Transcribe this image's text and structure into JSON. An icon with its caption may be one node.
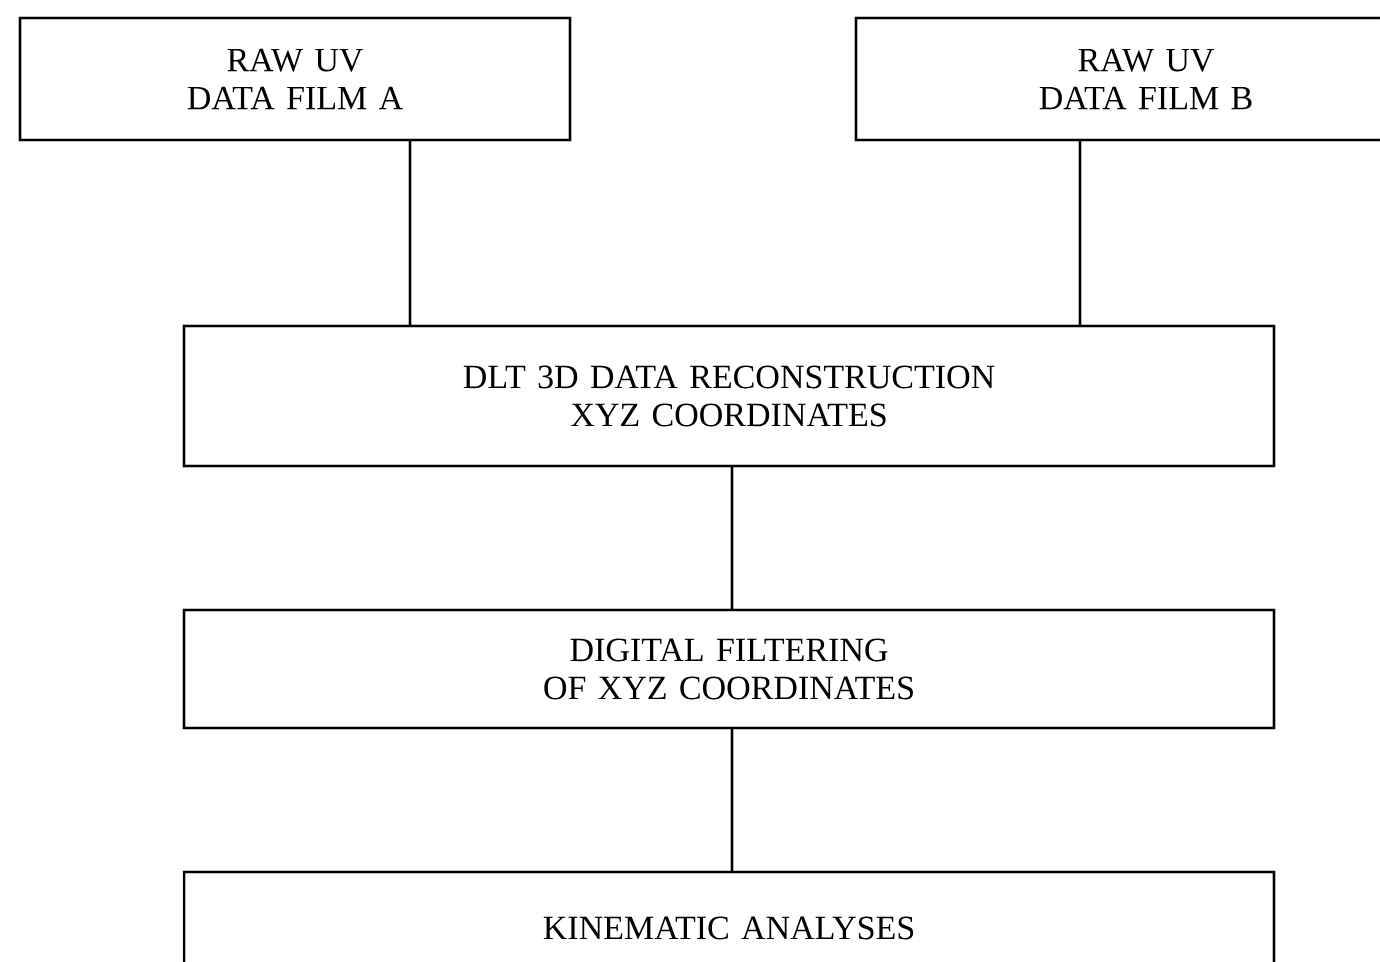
{
  "diagram": {
    "nodes": [
      {
        "text": [
          "RAW UV DATA FILM A"
        ]
      },
      {
        "text": [
          "RAW UV DATA FILM B"
        ]
      },
      {
        "text": [
          "DLT 3D DATA RECONSTRUCTION XYZ COORDINATES"
        ]
      },
      {
        "text": [
          "DIGITAL FILTERING OF XYZ COORDINATES"
        ]
      },
      {
        "text": [
          "KINEMATIC ANALYSES"
        ]
      }
    ],
    "edges": [
      {
        "from": 0,
        "to": 2,
        "arrow": "none"
      },
      {
        "from": 1,
        "to": 2,
        "arrow": "none"
      },
      {
        "from": 2,
        "to": 3,
        "arrow": "none"
      },
      {
        "from": 3,
        "to": 4,
        "arrow": "none"
      }
    ]
  }
}
